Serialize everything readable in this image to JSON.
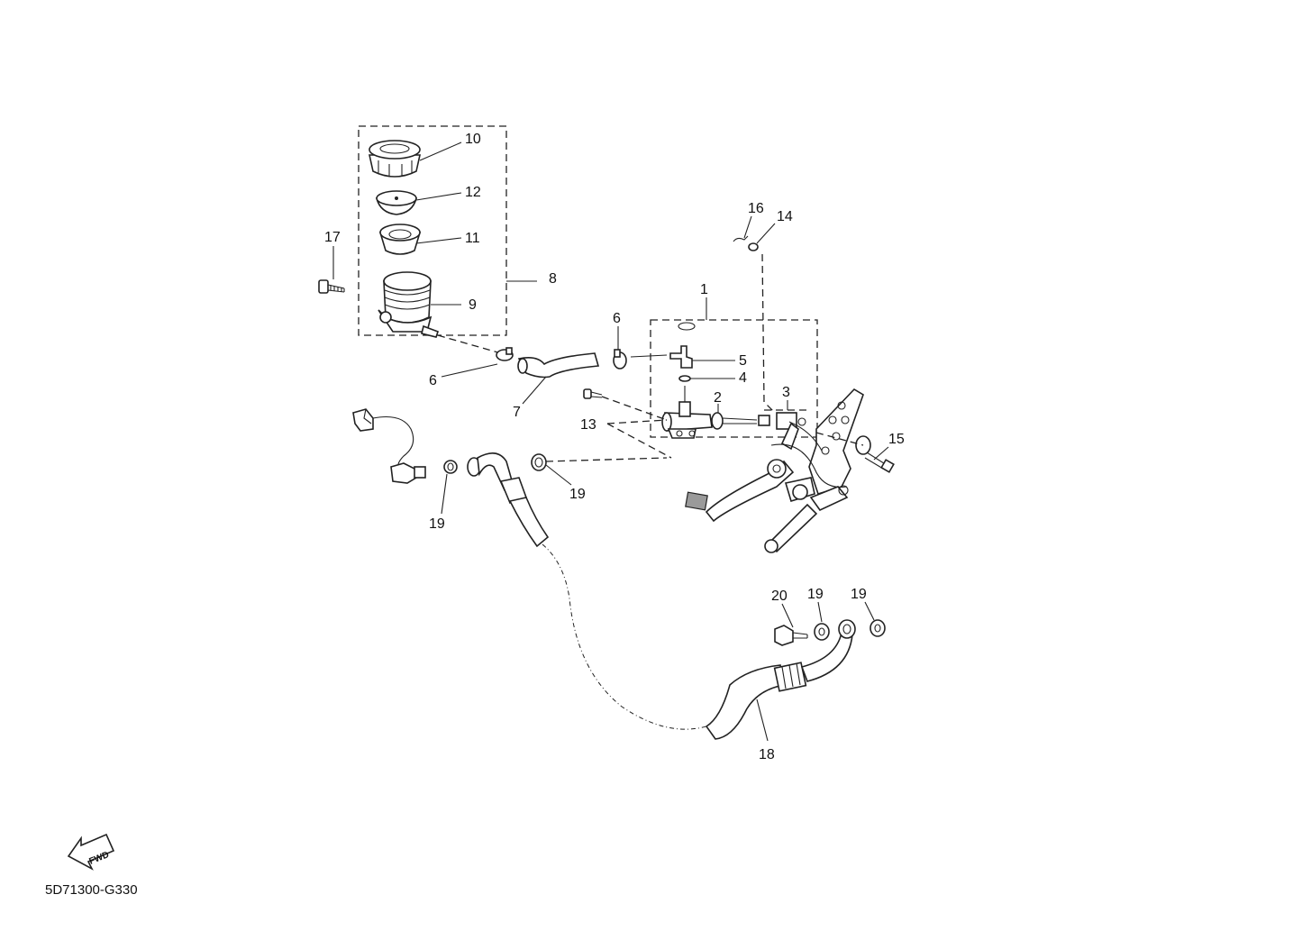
{
  "diagram": {
    "callouts": [
      "1",
      "2",
      "3",
      "4",
      "5",
      "6",
      "6",
      "7",
      "8",
      "9",
      "10",
      "11",
      "12",
      "13",
      "14",
      "15",
      "16",
      "17",
      "18",
      "19",
      "19",
      "19",
      "19",
      "20"
    ],
    "fwd_label": "FWD",
    "drawing_code": "5D71300-G330"
  }
}
